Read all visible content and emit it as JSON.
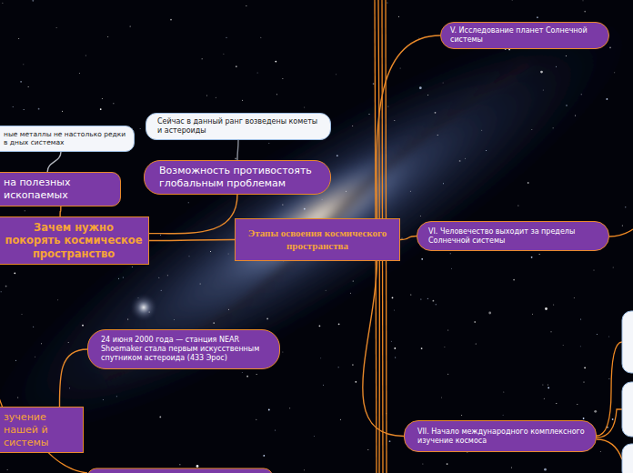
{
  "diagram": {
    "nodes": [
      {
        "text": [
          "Этапы освоения космического пространства"
        ]
      },
      {
        "text": [
          "V. Исследование планет Солнечной системы"
        ]
      },
      {
        "text": [
          "Сейчас в данный ранг возведены кометы и астероиды"
        ]
      },
      {
        "text": [
          "ные металлы не настолько редки в дных системах"
        ]
      },
      {
        "text": [
          "Возможность противостоять глобальным проблемам"
        ]
      },
      {
        "text": [
          "на полезных ископаемых"
        ]
      },
      {
        "text": [
          "Зачем нужно покорять космическое пространство"
        ]
      },
      {
        "text": [
          "VI. Человечество выходит за пределы Солнечной системы"
        ]
      },
      {
        "text": [
          "24 июня 2000 года — станция NEAR Shoemaker стала первым искусственным спутником астероида (433 Эрос)"
        ]
      },
      {
        "text": [
          "зучение нашей й системы"
        ]
      },
      {
        "text": [
          "VII. Начало международного комплексного изучение космоса"
        ]
      }
    ],
    "edges": [
      {
        "from": 0,
        "to": 6,
        "arrow": "none"
      },
      {
        "from": 6,
        "to": 5,
        "arrow": "none"
      },
      {
        "from": 6,
        "to": 4,
        "arrow": "none"
      },
      {
        "from": 4,
        "to": 2,
        "arrow": "none"
      },
      {
        "from": 5,
        "to": 3,
        "arrow": "none"
      },
      {
        "from": 0,
        "to": 1,
        "arrow": "none"
      },
      {
        "from": 0,
        "to": 7,
        "arrow": "none"
      },
      {
        "from": 0,
        "to": 10,
        "arrow": "none"
      },
      {
        "from": 9,
        "to": 8,
        "arrow": "none"
      }
    ]
  }
}
